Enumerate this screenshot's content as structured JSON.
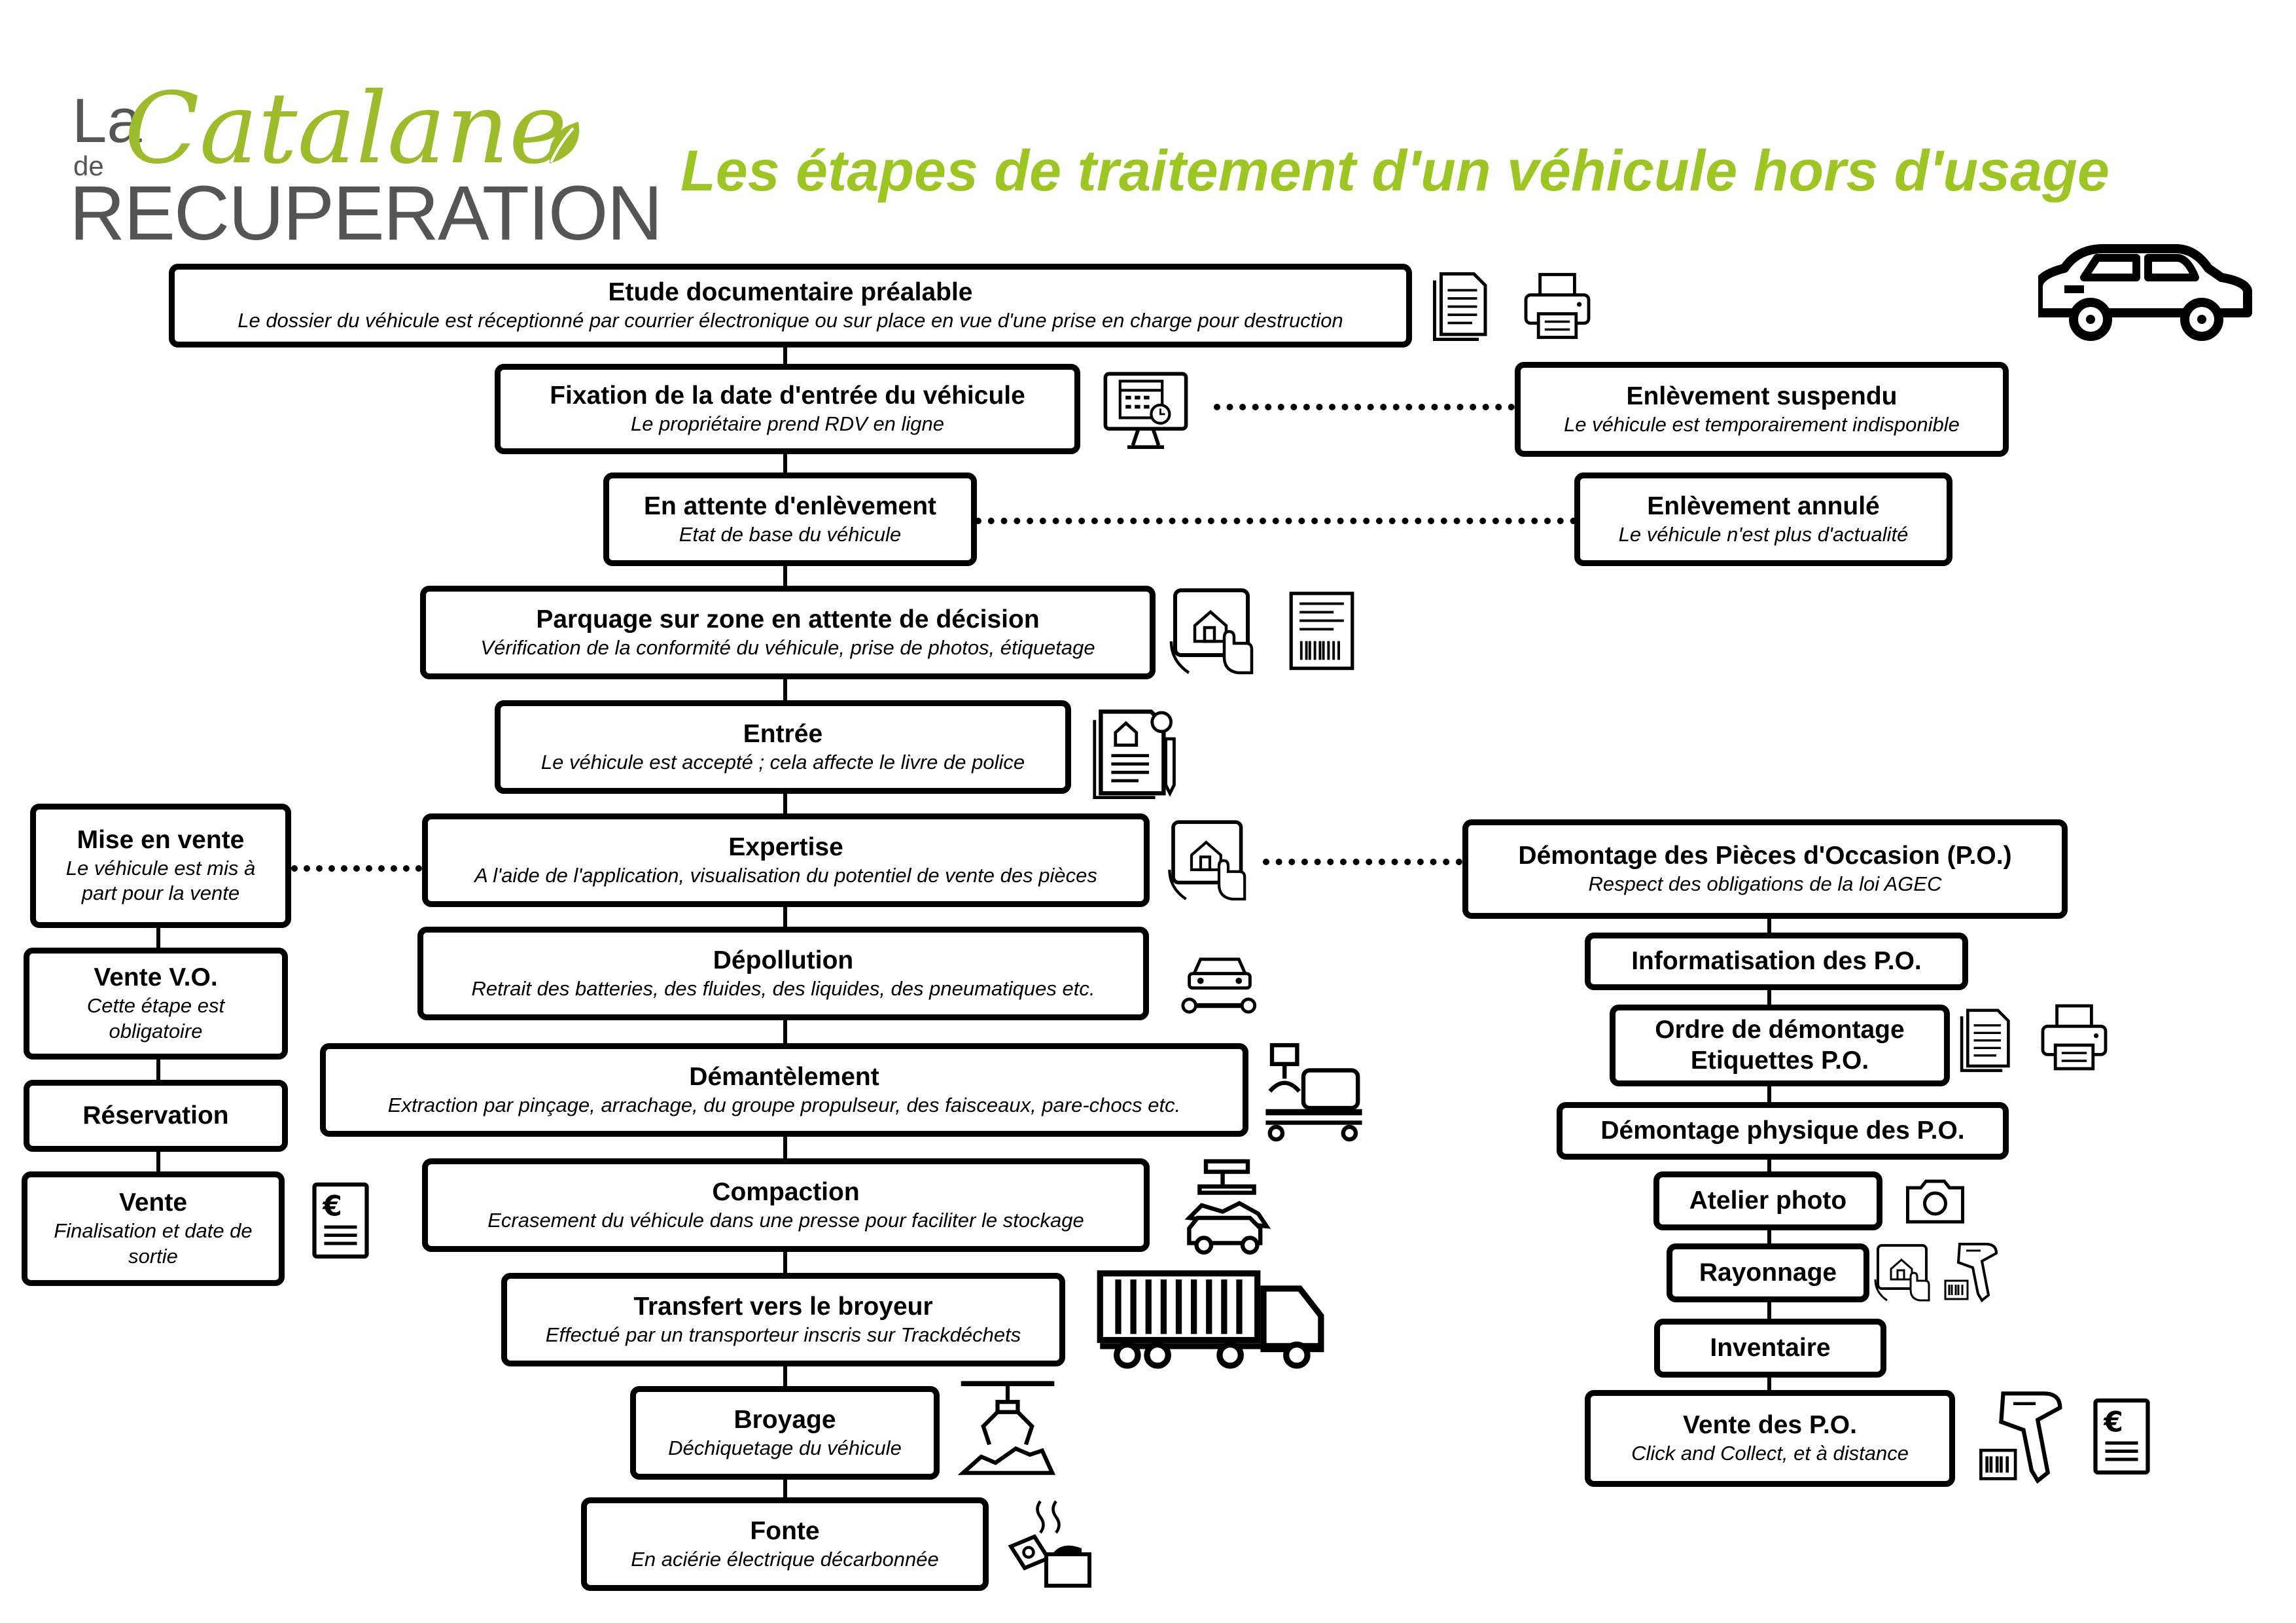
{
  "logo": {
    "la": "La",
    "catalane": "Catalane",
    "de": "de",
    "recuperation": "RECUPERATION"
  },
  "title": "Les étapes de traitement d'un véhicule hors d'usage",
  "colors": {
    "accent": "#9dc523",
    "logo_gray": "#555555"
  },
  "main_steps": [
    {
      "title": "Etude documentaire préalable",
      "desc": "Le dossier du véhicule est réceptionné par courrier électronique ou sur place en vue d'une prise en charge pour destruction"
    },
    {
      "title": "Fixation de la date d'entrée du véhicule",
      "desc": "Le propriétaire prend RDV en ligne"
    },
    {
      "title": "En attente d'enlèvement",
      "desc": "Etat de base du véhicule"
    },
    {
      "title": "Parquage sur zone en attente de décision",
      "desc": "Vérification de la conformité du véhicule, prise de photos, étiquetage"
    },
    {
      "title": "Entrée",
      "desc": "Le véhicule est accepté ; cela affecte le livre de police"
    },
    {
      "title": "Expertise",
      "desc": "A l'aide de l'application, visualisation du potentiel de vente des pièces"
    },
    {
      "title": "Dépollution",
      "desc": "Retrait des batteries, des fluides, des liquides, des pneumatiques etc."
    },
    {
      "title": "Démantèlement",
      "desc": "Extraction par pinçage, arrachage, du groupe propulseur, des faisceaux, pare-chocs etc."
    },
    {
      "title": "Compaction",
      "desc": "Ecrasement du véhicule dans une presse pour faciliter le stockage"
    },
    {
      "title": "Transfert vers le broyeur",
      "desc": "Effectué par un transporteur inscris sur Trackdéchets"
    },
    {
      "title": "Broyage",
      "desc": "Déchiquetage du véhicule"
    },
    {
      "title": "Fonte",
      "desc": "En aciérie électrique décarbonnée"
    }
  ],
  "side_right_top": [
    {
      "title": "Enlèvement suspendu",
      "desc": "Le véhicule est temporairement indisponible"
    },
    {
      "title": "Enlèvement annulé",
      "desc": "Le véhicule n'est plus d'actualité"
    }
  ],
  "left_branch": [
    {
      "title": "Mise en vente",
      "desc": "Le véhicule est mis à part pour la vente"
    },
    {
      "title": "Vente V.O.",
      "desc": "Cette étape est obligatoire"
    },
    {
      "title": "Réservation",
      "desc": ""
    },
    {
      "title": "Vente",
      "desc": "Finalisation et date de sortie"
    }
  ],
  "right_branch": [
    {
      "title": "Démontage des Pièces d'Occasion (P.O.)",
      "desc": "Respect des obligations de la loi AGEC"
    },
    {
      "title": "Informatisation des P.O.",
      "desc": ""
    },
    {
      "title": "Ordre de démontage Etiquettes P.O.",
      "desc": ""
    },
    {
      "title": "Démontage physique des P.O.",
      "desc": ""
    },
    {
      "title": "Atelier photo",
      "desc": ""
    },
    {
      "title": "Rayonnage",
      "desc": ""
    },
    {
      "title": "Inventaire",
      "desc": ""
    },
    {
      "title": "Vente des P.O.",
      "desc": "Click and Collect, et à distance"
    }
  ],
  "icons": {
    "car": "car-icon",
    "documents": "documents-icon",
    "printer": "printer-icon",
    "calendar_monitor": "calendar-monitor-icon",
    "tablet": "tablet-touch-icon",
    "barcode_label": "barcode-label-icon",
    "certificate": "certificate-document-icon",
    "car_wrench": "car-repair-icon",
    "hoist": "hoist-icon",
    "press": "car-press-icon",
    "truck": "truck-icon",
    "crane_claw": "crane-claw-icon",
    "furnace": "furnace-pour-icon",
    "euro_invoice": "euro-invoice-icon",
    "camera": "camera-icon",
    "scanner": "barcode-scanner-icon"
  }
}
